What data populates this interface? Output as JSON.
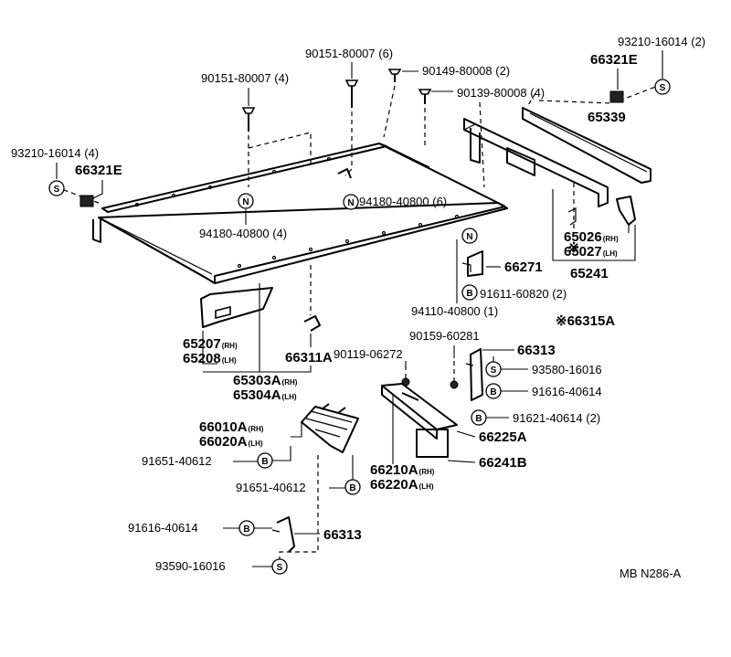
{
  "labels": {
    "p90151_4": "90151-80007 (4)",
    "p90151_6": "90151-80007 (6)",
    "p90149": "90149-80008 (2)",
    "p90139": "90139-80008 (4)",
    "p93210_top": "93210-16014 (2)",
    "p66321E_top": "66321E",
    "p65339": "65339",
    "p93210_left": "93210-16014 (4)",
    "p66321E_left": "66321E",
    "p94180_6": "94180-40800 (6)",
    "p94180_4": "94180-40800 (4)",
    "p65026": "65026",
    "p65027": "65027",
    "p65241": "65241",
    "p66271": "66271",
    "p91611": "91611-60820 (2)",
    "p94110": "94110-40800 (1)",
    "p66315A": "※66315A",
    "p65207": "65207",
    "p65208": "65208",
    "p66311A": "66311A",
    "p65303A": "65303A",
    "p65304A": "65304A",
    "p90159": "90159-60281",
    "p90119": "90119-06272",
    "p66313_right": "66313",
    "p93580": "93580-16016",
    "p91616_right": "91616-40614",
    "p91621": "91621-40614 (2)",
    "p66225A": "66225A",
    "p66010A": "66010A",
    "p66020A": "66020A",
    "p91651_a": "91651-40612",
    "p91651_b": "91651-40612",
    "p66210A": "66210A",
    "p66220A": "66220A",
    "p66241B": "66241B",
    "p91616_bottom": "91616-40614",
    "p66313_bottom": "66313",
    "p93590": "93590-16016",
    "ref_code": "MB N286-A"
  },
  "side_tags": {
    "rh": "RH",
    "lh": "LH",
    "rh_paren": "(RH)",
    "lh_paren": "(LH)"
  },
  "symbols": {
    "S": "S",
    "N": "N",
    "B": "B",
    "kome": "※"
  }
}
